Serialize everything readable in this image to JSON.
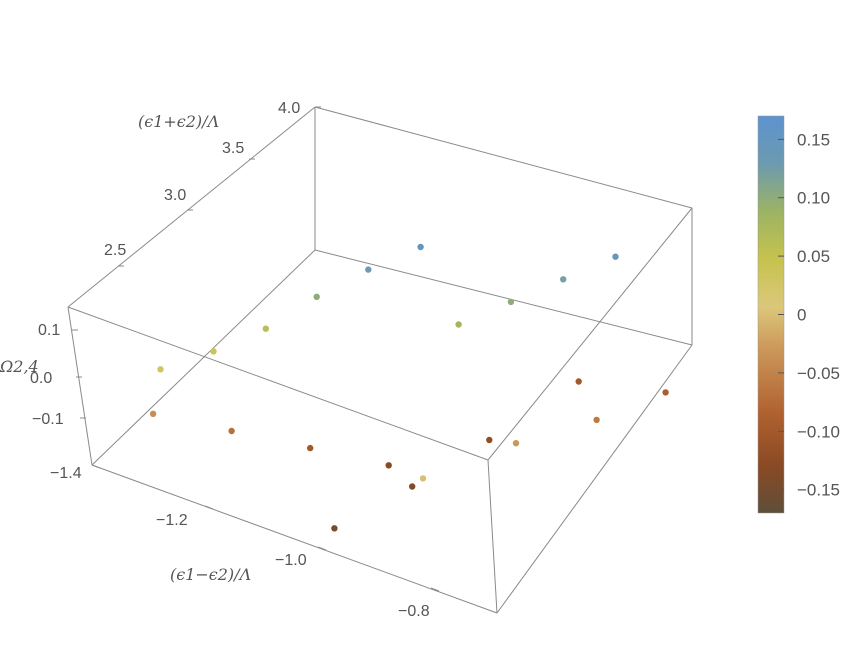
{
  "chart_data": {
    "type": "scatter",
    "subtype": "3d-point-cloud",
    "title": "",
    "xlabel": "(ϵ1−ϵ2)/Λ",
    "ylabel": "(ϵ1+ϵ2)/Λ",
    "zlabel": "Ω2,4",
    "xlim": [
      -1.4,
      -0.7
    ],
    "ylim": [
      2.2,
      4.0
    ],
    "zlim": [
      -0.17,
      0.17
    ],
    "x_ticks": [
      "−1.4",
      "−1.2",
      "−1.0",
      "−0.8"
    ],
    "y_ticks": [
      "2.5",
      "3.0",
      "3.5",
      "4.0"
    ],
    "z_ticks": [
      "0.1",
      "0.0",
      "−0.1"
    ],
    "box": true,
    "grid": false,
    "color_function": "Ω2,4 value",
    "colorbar": {
      "range": [
        -0.17,
        0.17
      ],
      "ticks": [
        "0.15",
        "0.10",
        "0.05",
        "0",
        "−0.05",
        "−0.10",
        "−0.15"
      ],
      "colors": [
        "#5f4e3a",
        "#8a4a24",
        "#b0612f",
        "#cd9a5c",
        "#dcc77a",
        "#c5c34e",
        "#9cb364",
        "#6c9ab0",
        "#5d93cf"
      ]
    },
    "series": [
      {
        "x": [
          -1.3,
          -1.25,
          -1.2,
          -1.15,
          -1.1,
          -1.05
        ],
        "y": [
          2.4,
          2.6,
          2.8,
          3.0,
          3.2,
          3.4
        ],
        "z": [
          0.03,
          0.04,
          0.06,
          0.1,
          0.13,
          0.15
        ]
      },
      {
        "x": [
          -1.3,
          -1.2,
          -1.1,
          -1.0
        ],
        "y": [
          2.3,
          2.45,
          2.6,
          2.75
        ],
        "z": [
          -0.04,
          -0.07,
          -0.1,
          -0.13
        ]
      },
      {
        "x": [
          -1.0,
          -0.95,
          -0.9,
          -0.85
        ],
        "y": [
          2.3,
          2.7,
          3.1,
          3.6
        ],
        "z": [
          -0.15,
          -0.14,
          -0.12,
          -0.1
        ]
      },
      {
        "x": [
          -0.85,
          -0.8,
          -0.75,
          -0.72
        ],
        "y": [
          2.4,
          2.9,
          3.3,
          3.7
        ],
        "z": [
          0.0,
          -0.03,
          -0.06,
          -0.09
        ]
      },
      {
        "x": [
          -0.95,
          -0.9,
          -0.85,
          -0.8
        ],
        "y": [
          3.2,
          3.4,
          3.6,
          3.8
        ],
        "z": [
          0.08,
          0.1,
          0.12,
          0.14
        ]
      }
    ]
  }
}
